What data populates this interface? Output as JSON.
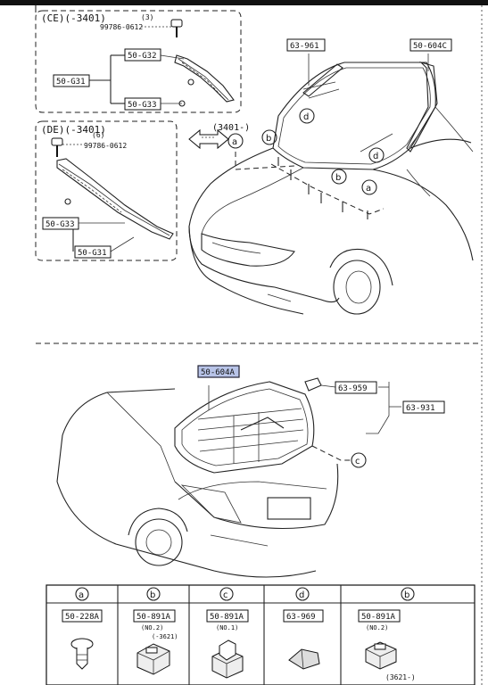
{
  "inset_ce": {
    "title": "(CE)(-3401)",
    "qty": "(3)",
    "screw_part": "99786-0612"
  },
  "inset_de": {
    "title": "(DE)(-3401)",
    "qty": "(6)",
    "screw_part": "99786-0612"
  },
  "parts": {
    "p50g32": "50-G32",
    "p50g31_ce": "50-G31",
    "p50g33_ce": "50-G33",
    "p50g33_de": "50-G33",
    "p50g31_de": "50-G31",
    "p63961": "63-961",
    "p50604c": "50-604C",
    "p50604a": "50-604A",
    "p63959": "63-959",
    "p63931": "63-931"
  },
  "serial_label": "(3401-)",
  "callouts": {
    "a": "a",
    "b": "b",
    "c": "c",
    "d": "d"
  },
  "legend": {
    "cols": [
      {
        "key": "a",
        "part": "50-228A",
        "note1": "",
        "note2": ""
      },
      {
        "key": "b",
        "part": "50-891A",
        "note1": "(NO.2)",
        "note2": "(-3621)"
      },
      {
        "key": "c",
        "part": "50-891A",
        "note1": "(NO.1)",
        "note2": ""
      },
      {
        "key": "d",
        "part": "63-969",
        "note1": "",
        "note2": ""
      },
      {
        "key": "b",
        "part": "50-891A",
        "note1": "(NO.2)",
        "note2": ""
      }
    ],
    "footnote": "(3621-)"
  }
}
